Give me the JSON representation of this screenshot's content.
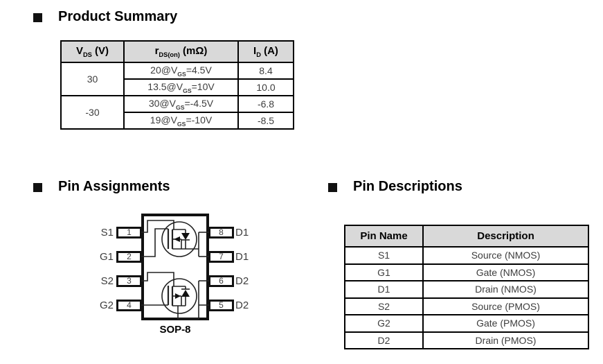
{
  "headings": {
    "product_summary": "Product Summary",
    "pin_assignments": "Pin Assignments",
    "pin_descriptions": "Pin Descriptions"
  },
  "product_summary_table": {
    "headers": [
      "V~DS~ (V)",
      "r~DS(on)~ (mΩ)",
      "I~D~ (A)"
    ],
    "rows": [
      {
        "vds": "30",
        "rds": [
          "20@V~GS~=4.5V",
          "13.5@V~GS~=10V"
        ],
        "id": [
          "8.4",
          "10.0"
        ]
      },
      {
        "vds": "-30",
        "rds": [
          "30@V~GS~=-4.5V",
          "19@V~GS~=-10V"
        ],
        "id": [
          "-6.8",
          "-8.5"
        ]
      }
    ]
  },
  "pin_diagram": {
    "package_label": "SOP-8",
    "left_pins": [
      {
        "label": "S1",
        "number": "1"
      },
      {
        "label": "G1",
        "number": "2"
      },
      {
        "label": "S2",
        "number": "3"
      },
      {
        "label": "G2",
        "number": "4"
      }
    ],
    "right_pins": [
      {
        "label": "D1",
        "number": "8"
      },
      {
        "label": "D1",
        "number": "7"
      },
      {
        "label": "D2",
        "number": "6"
      },
      {
        "label": "D2",
        "number": "5"
      }
    ]
  },
  "pin_descriptions_table": {
    "headers": [
      "Pin Name",
      "Description"
    ],
    "rows": [
      [
        "S1",
        "Source (NMOS)"
      ],
      [
        "G1",
        "Gate (NMOS)"
      ],
      [
        "D1",
        "Drain (NMOS)"
      ],
      [
        "S2",
        "Source (PMOS)"
      ],
      [
        "G2",
        "Gate (PMOS)"
      ],
      [
        "D2",
        "Drain (PMOS)"
      ]
    ]
  },
  "colors": {
    "table_header_bg": "#d9d9d9",
    "border": "#000000",
    "body_text": "#3d3d3d",
    "heading_text": "#000000"
  }
}
